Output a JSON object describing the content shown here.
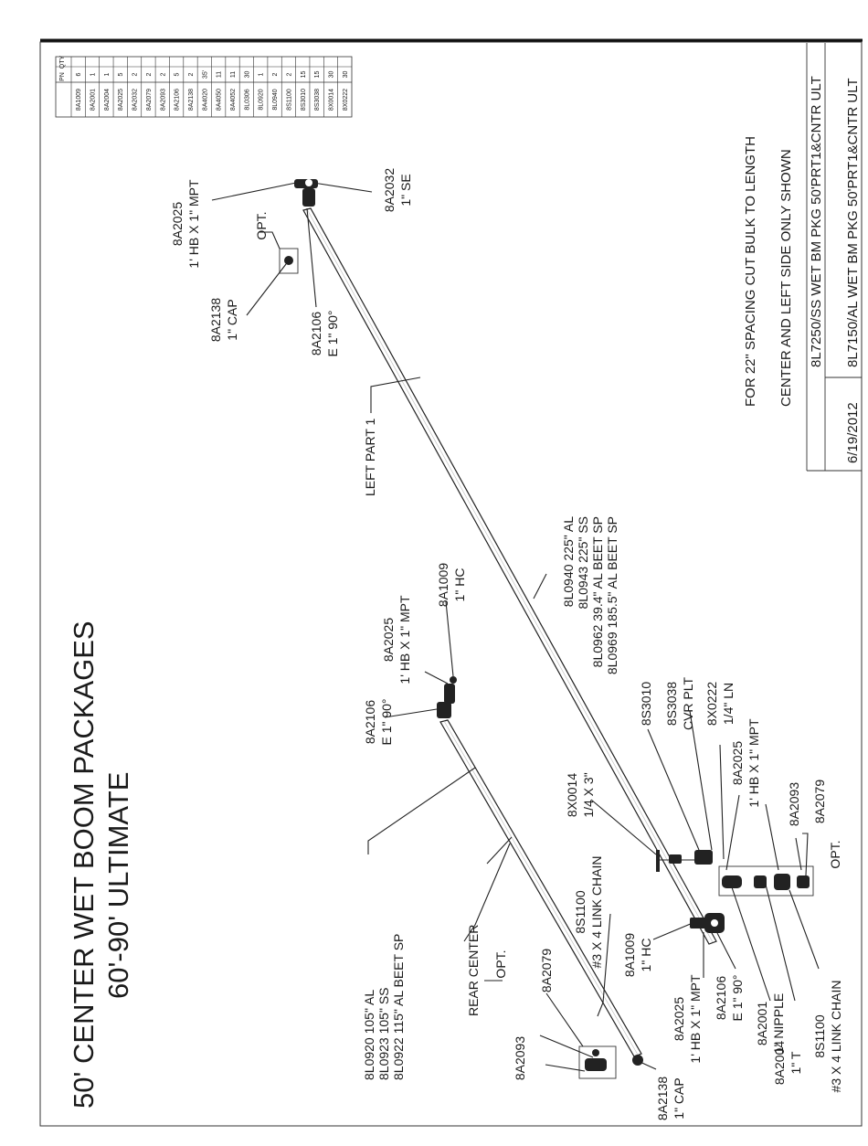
{
  "title": {
    "line1": "50' CENTER WET BOOM PACKAGES",
    "line2": "60'-90' ULTIMATE"
  },
  "parts_table": {
    "header": {
      "pn": "PN",
      "qty": "QTY"
    },
    "rows": [
      {
        "pn": "8A1009",
        "qty": "6"
      },
      {
        "pn": "8A2001",
        "qty": "1"
      },
      {
        "pn": "8A2004",
        "qty": "1"
      },
      {
        "pn": "8A2025",
        "qty": "5"
      },
      {
        "pn": "8A2032",
        "qty": "2"
      },
      {
        "pn": "8A2079",
        "qty": "2"
      },
      {
        "pn": "8A2093",
        "qty": "2"
      },
      {
        "pn": "8A2106",
        "qty": "5"
      },
      {
        "pn": "8A2138",
        "qty": "2"
      },
      {
        "pn": "8A4020",
        "qty": "35'"
      },
      {
        "pn": "8A4050",
        "qty": "11"
      },
      {
        "pn": "8A4052",
        "qty": "11"
      },
      {
        "pn": "8L0306",
        "qty": "30"
      },
      {
        "pn": "8L0920",
        "qty": "1"
      },
      {
        "pn": "8L0940",
        "qty": "2"
      },
      {
        "pn": "8S1100",
        "qty": "2"
      },
      {
        "pn": "8S3010",
        "qty": "15"
      },
      {
        "pn": "8S3038",
        "qty": "15"
      },
      {
        "pn": "8X0014",
        "qty": "30"
      },
      {
        "pn": "8X0222",
        "qty": "30"
      }
    ]
  },
  "notes": {
    "line1": "FOR 22\" SPACING CUT BULK TO LENGTH",
    "line2": "CENTER AND LEFT SIDE ONLY SHOWN"
  },
  "title_block": {
    "date": "6/19/2012",
    "pkg_ss": "8L7250/SS WET BM PKG 50'PRT1&CNTR ULT",
    "pkg_al": "8L7150/AL WET BM PKG 50'PRT1&CNTR ULT"
  },
  "labels": {
    "top_hb": [
      "8A2025",
      "1' HB X 1\" MPT"
    ],
    "top_opt": "OPT.",
    "top_se": [
      "8A2032",
      "1\" SE"
    ],
    "top_cap": [
      "8A2138",
      "1\" CAP"
    ],
    "top_elbow": [
      "8A2106",
      "E 1\" 90°"
    ],
    "left_part": "LEFT PART 1",
    "left_pipes": [
      "8L0940 225\" AL",
      "8L0943 225\" SS",
      "8L0962 39.4\" AL BEET SP",
      "8L0969 185.5\" AL BEET SP"
    ],
    "mid_hc": [
      "8A1009",
      "1\" HC"
    ],
    "mid_hb": [
      "8A2025",
      "1' HB X 1\" MPT"
    ],
    "mid_elbow": [
      "8A2106",
      "E 1\" 90°"
    ],
    "s3010": "8S3010",
    "cvr_plt": [
      "8S3038",
      "CVR PLT"
    ],
    "ln": [
      "8X0222",
      "1/4\" LN"
    ],
    "right_hb": [
      "8A2025",
      "1' HB X 1\" MPT"
    ],
    "bolt": [
      "8X0014",
      "1/4 X 3\""
    ],
    "right_2093": "8A2093",
    "right_2079": "8A2079",
    "right_opt": "OPT.",
    "chain_mid": [
      "8S1100",
      "#3 X 4 LINK CHAIN"
    ],
    "center_pipes": [
      "8L0920 105\" AL",
      "8L0923 105\" SS",
      "8L0922 115\" AL BEET SP"
    ],
    "rear_center": "REAR CENTER",
    "bot_opt": "OPT.",
    "bot_2079": "8A2079",
    "bot_2093": "8A2093",
    "bot_hc": [
      "8A1009",
      "1\" HC"
    ],
    "bot_hb": [
      "8A2025",
      "1' HB X 1\" MPT"
    ],
    "bot_elbow": [
      "8A2106",
      "E 1\" 90°"
    ],
    "nipple": [
      "8A2001",
      "1\" NIPPLE"
    ],
    "chain_right": [
      "8S1100",
      "#3 X 4 LINK CHAIN"
    ],
    "tee": [
      "8A2004",
      "1\" T"
    ],
    "bot_cap": [
      "8A2138",
      "1\" CAP"
    ]
  }
}
